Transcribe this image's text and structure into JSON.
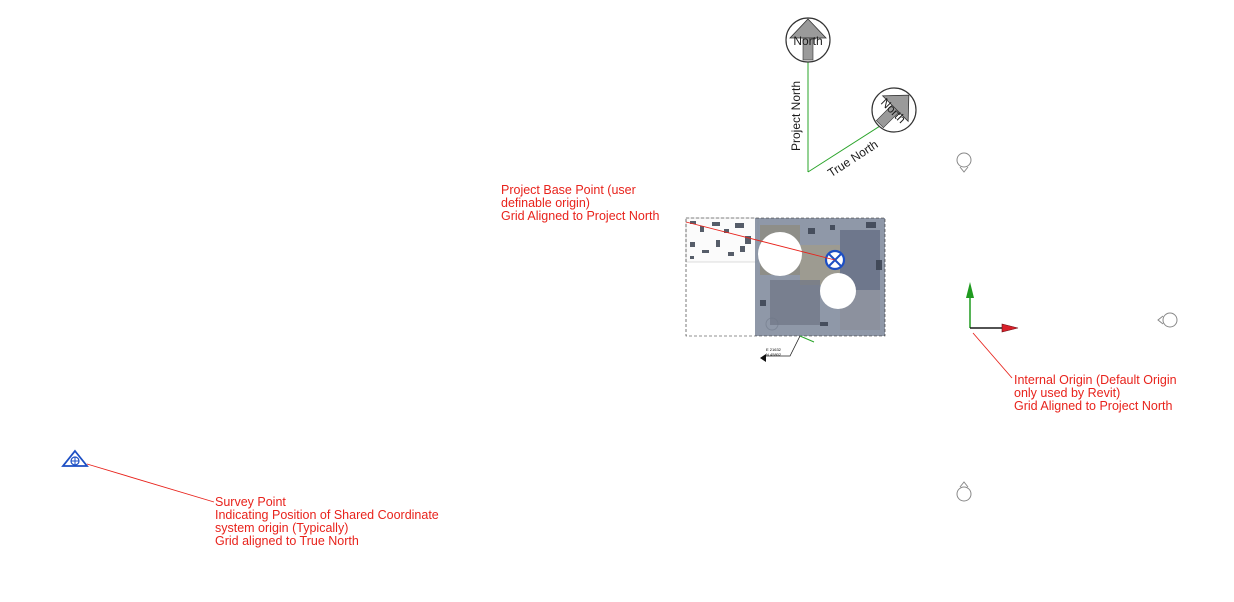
{
  "annotations": {
    "project_base_point": [
      "Project Base Point (user",
      "definable origin)",
      "Grid Aligned to Project North"
    ],
    "internal_origin": [
      "Internal Origin (Default Origin",
      "only used by Revit)",
      "Grid Aligned to Project North"
    ],
    "survey_point": [
      "Survey Point",
      "Indicating Position of Shared Coordinate",
      "system origin (Typically)",
      "Grid aligned to True North"
    ]
  },
  "north_markers": {
    "project_north_symbol": "North",
    "true_north_symbol": "North",
    "project_north_label": "Project North",
    "true_north_label": "True North"
  },
  "spot_coordinate": {
    "line1": "E 21632",
    "line2": "N 45802"
  },
  "colors": {
    "annotation": "#e8231c",
    "north_line": "#2aa42a",
    "base_point": "#1d4fc4",
    "survey_point": "#1d4fc4",
    "axis_y": "#1f9a1f",
    "axis_x": "#d8202a"
  }
}
